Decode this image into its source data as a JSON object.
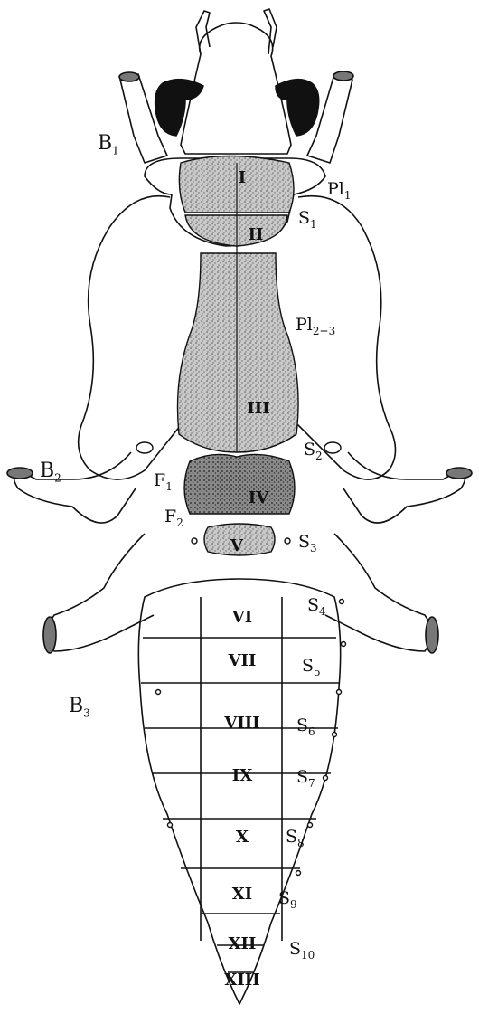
{
  "segments": [
    "I",
    "II",
    "III",
    "IV",
    "V",
    "VI",
    "VII",
    "VIII",
    "IX",
    "X",
    "XI",
    "XII",
    "XIII"
  ],
  "labels": {
    "B1": {
      "main": "B",
      "sub": "1"
    },
    "B2": {
      "main": "B",
      "sub": "2"
    },
    "B3": {
      "main": "B",
      "sub": "3"
    },
    "Pl1": {
      "main": "Pl",
      "sub": "1"
    },
    "Pl23": {
      "main": "Pl",
      "sub": "2+3"
    },
    "S1": {
      "main": "S",
      "sub": "1"
    },
    "S2": {
      "main": "S",
      "sub": "2"
    },
    "S3": {
      "main": "S",
      "sub": "3"
    },
    "S4": {
      "main": "S",
      "sub": "4"
    },
    "S5": {
      "main": "S",
      "sub": "5"
    },
    "S6": {
      "main": "S",
      "sub": "6"
    },
    "S7": {
      "main": "S",
      "sub": "7"
    },
    "S8": {
      "main": "S",
      "sub": "8"
    },
    "S9": {
      "main": "S",
      "sub": "9"
    },
    "S10": {
      "main": "S",
      "sub": "10"
    },
    "F1": {
      "main": "F",
      "sub": "1"
    },
    "F2": {
      "main": "F",
      "sub": "2"
    }
  },
  "colors": {
    "ink": "#111111",
    "stipple": "#7a7a7a",
    "paper": "#ffffff"
  }
}
